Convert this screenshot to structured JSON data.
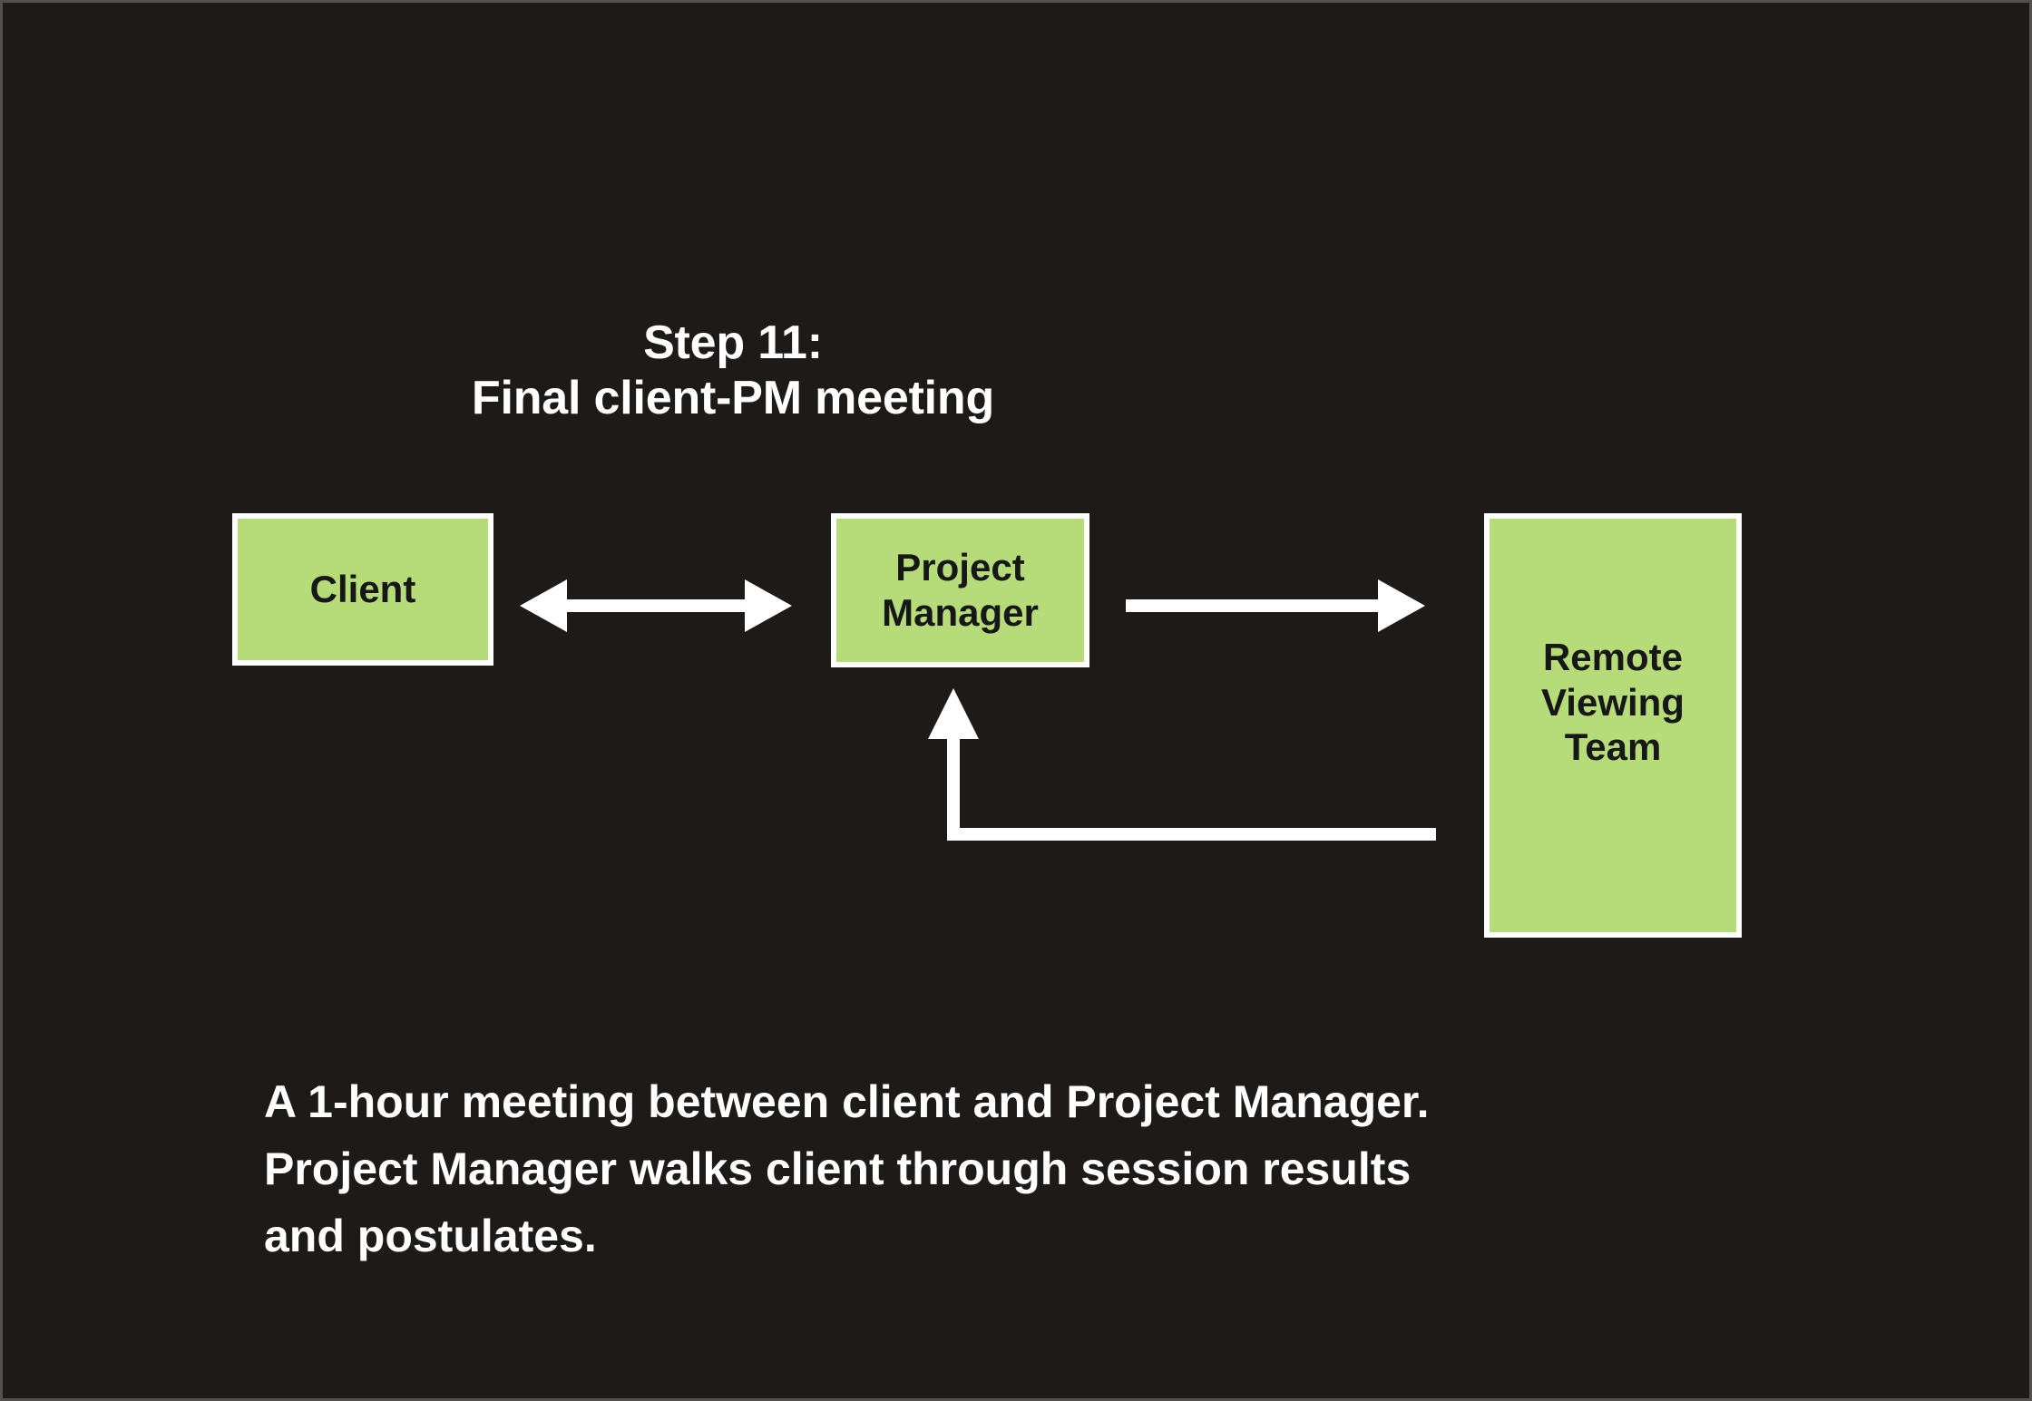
{
  "slide": {
    "background_color": "#1e1a17",
    "frame_border_color": "#55504c",
    "accent_box_color": "#b5dc79",
    "box_border_color": "#ffffff",
    "text_color_light": "#ffffff",
    "text_color_dark": "#171717"
  },
  "title": {
    "line1": "Step 11:",
    "line2": "Final client-PM meeting"
  },
  "nodes": [
    {
      "id": "client",
      "lines": [
        "Client"
      ]
    },
    {
      "id": "project-manager",
      "lines": [
        "Project",
        "Manager"
      ]
    },
    {
      "id": "remote-viewing-team",
      "lines": [
        "Remote",
        "Viewing",
        "Team"
      ]
    }
  ],
  "connectors": [
    {
      "id": "client-pm",
      "from": "client",
      "to": "project-manager",
      "style": "double-headed-arrow"
    },
    {
      "id": "pm-rvt",
      "from": "project-manager",
      "to": "remote-viewing-team",
      "style": "single-arrow-right"
    },
    {
      "id": "rvt-pm-feedback",
      "from": "remote-viewing-team",
      "to": "project-manager",
      "style": "elbow-arrow-up"
    }
  ],
  "caption": {
    "line1": "A 1-hour meeting between client and Project Manager.",
    "line2": "Project Manager walks client through session results",
    "line3": "and postulates."
  }
}
